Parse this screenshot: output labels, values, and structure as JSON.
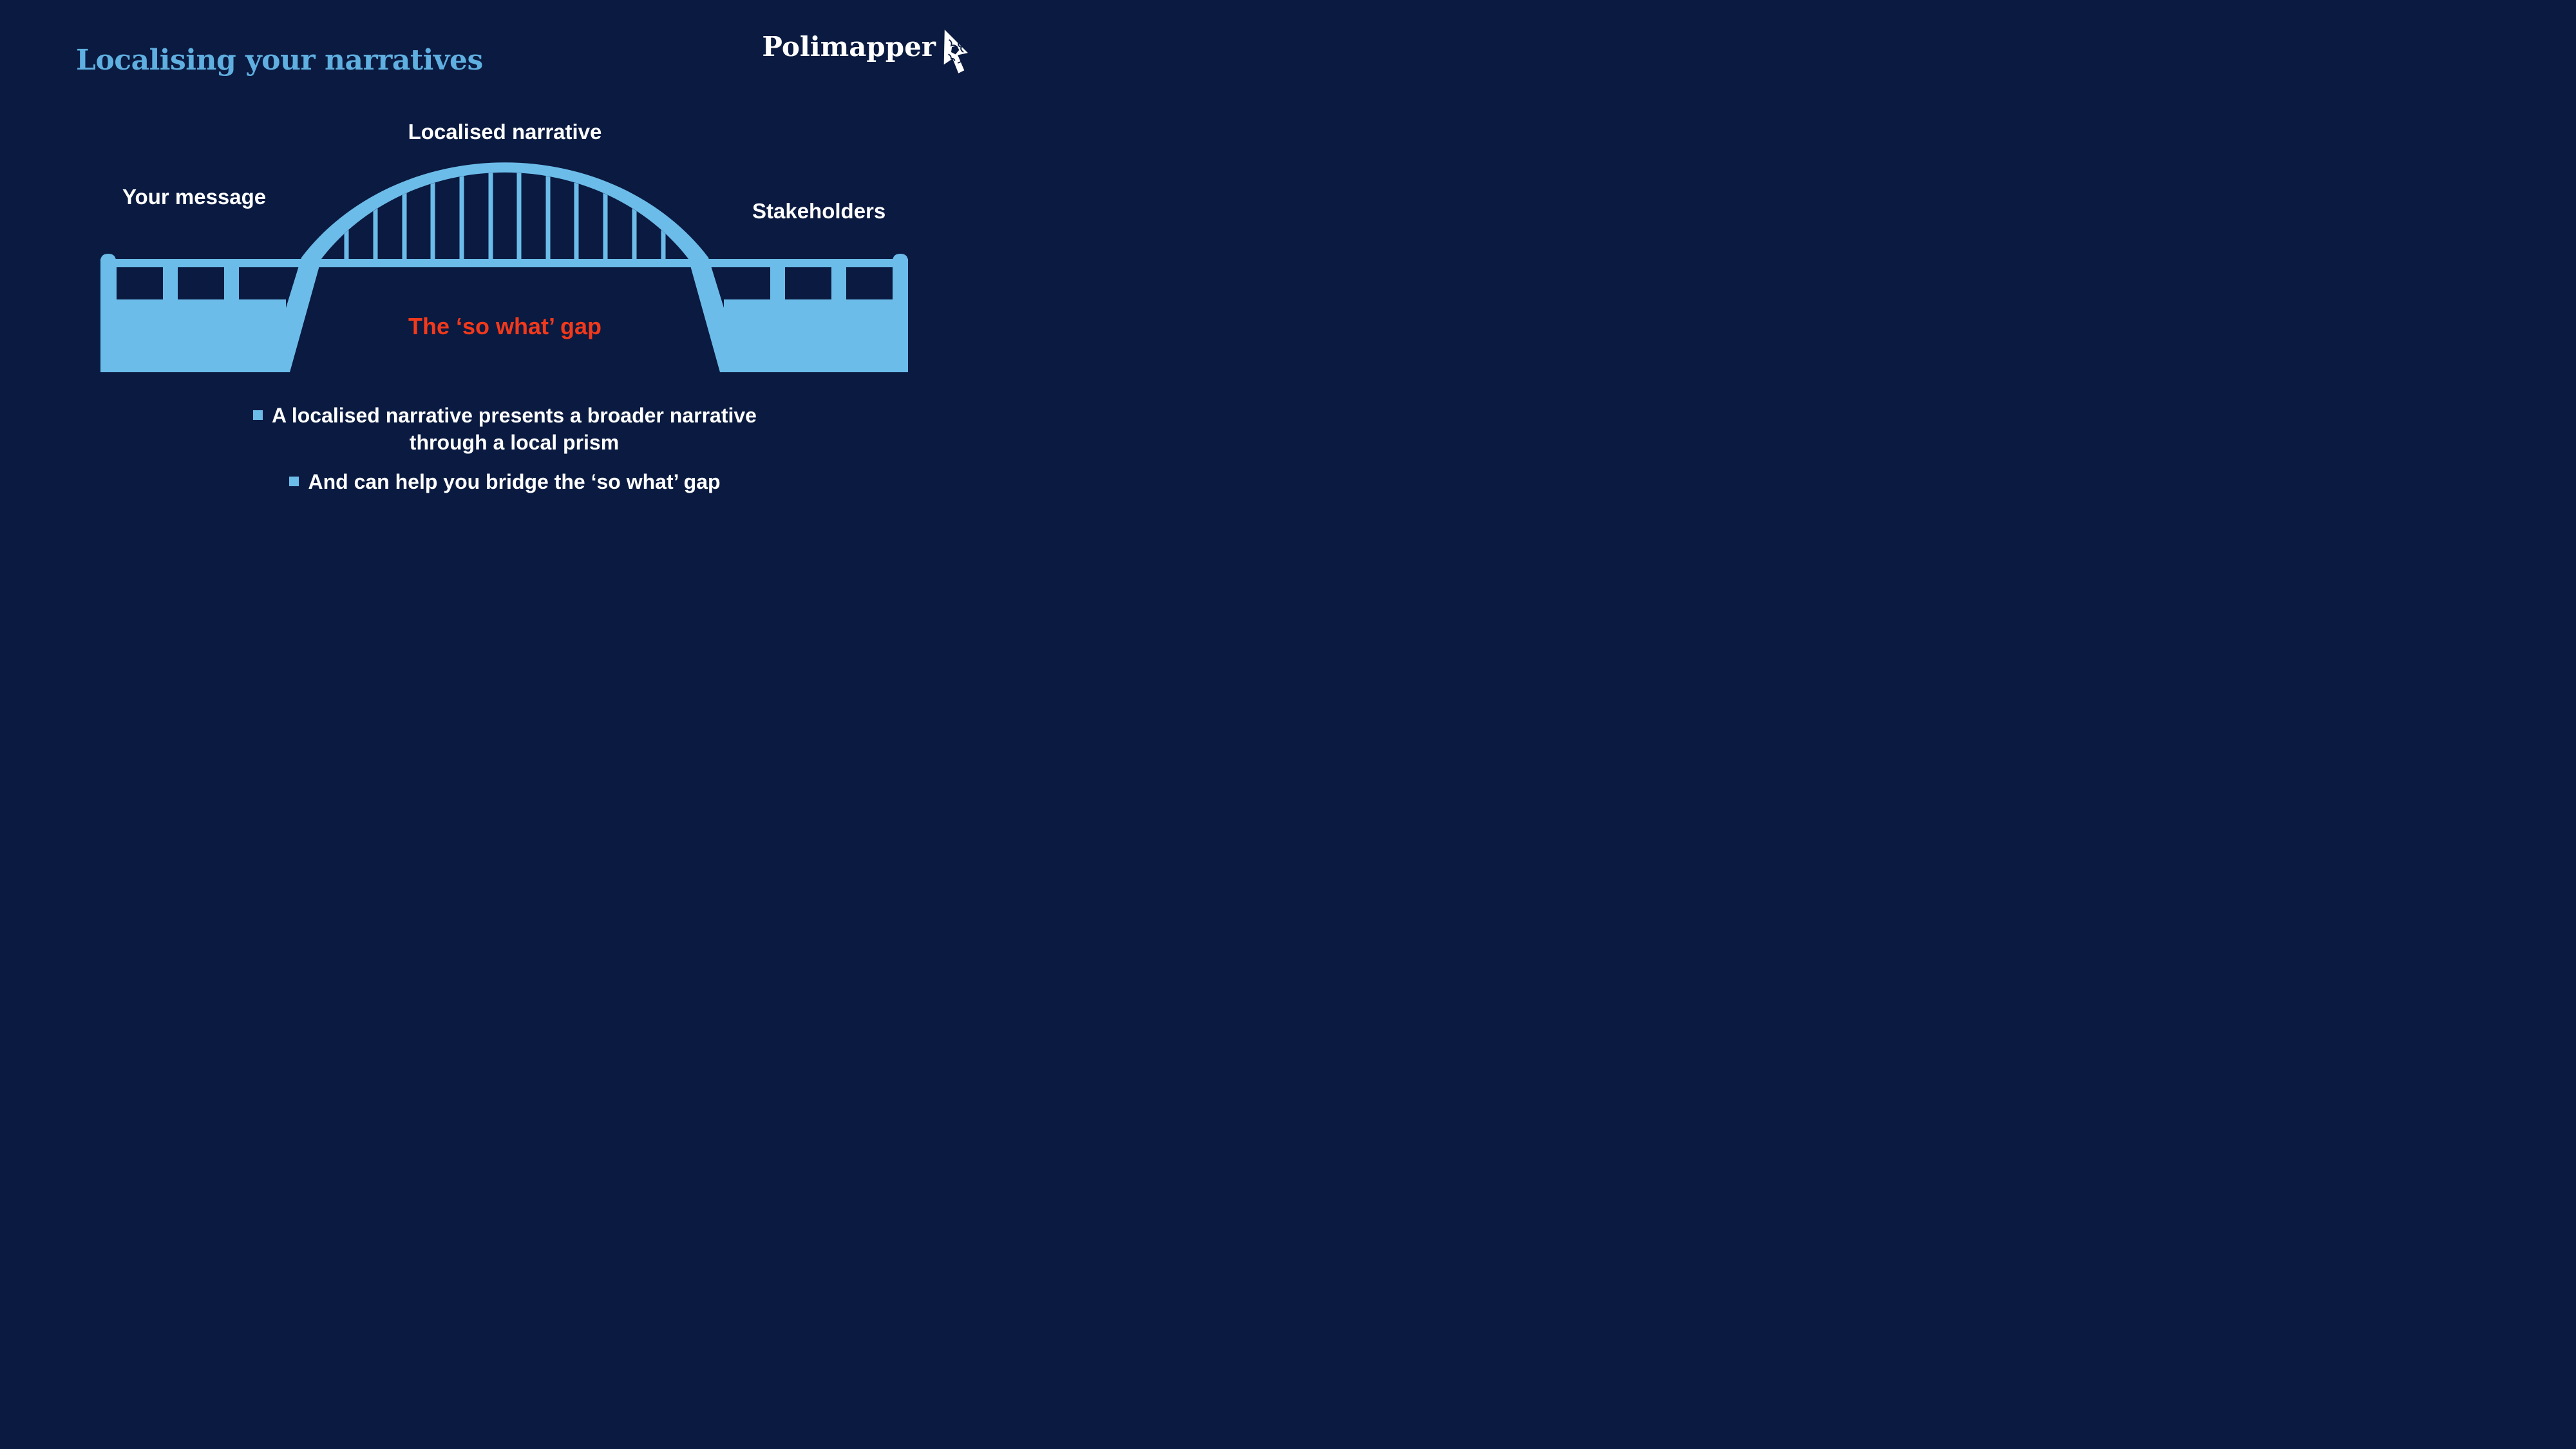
{
  "slide": {
    "title": "Localising your narratives"
  },
  "logo": {
    "text": "Polimapper",
    "icon": "map-cursor-icon"
  },
  "bridge": {
    "label_top": "Localised narrative",
    "label_left": "Your message",
    "label_right": "Stakeholders",
    "gap_label": "The ‘so what’ gap",
    "hanger_count": 12
  },
  "bullets": {
    "marker": "square-icon",
    "items": [
      {
        "lines": [
          "A localised narrative presents a broader narrative",
          "through a local prism"
        ]
      },
      {
        "lines": [
          "And can help you bridge the ‘so what’ gap",
          ""
        ]
      }
    ]
  },
  "colors": {
    "background": "#0A1A40",
    "bridge_blue": "#6CBCE9",
    "title_blue": "#5FAFE0",
    "gap_red": "#F2391B",
    "text_white": "#FFFFFF"
  }
}
